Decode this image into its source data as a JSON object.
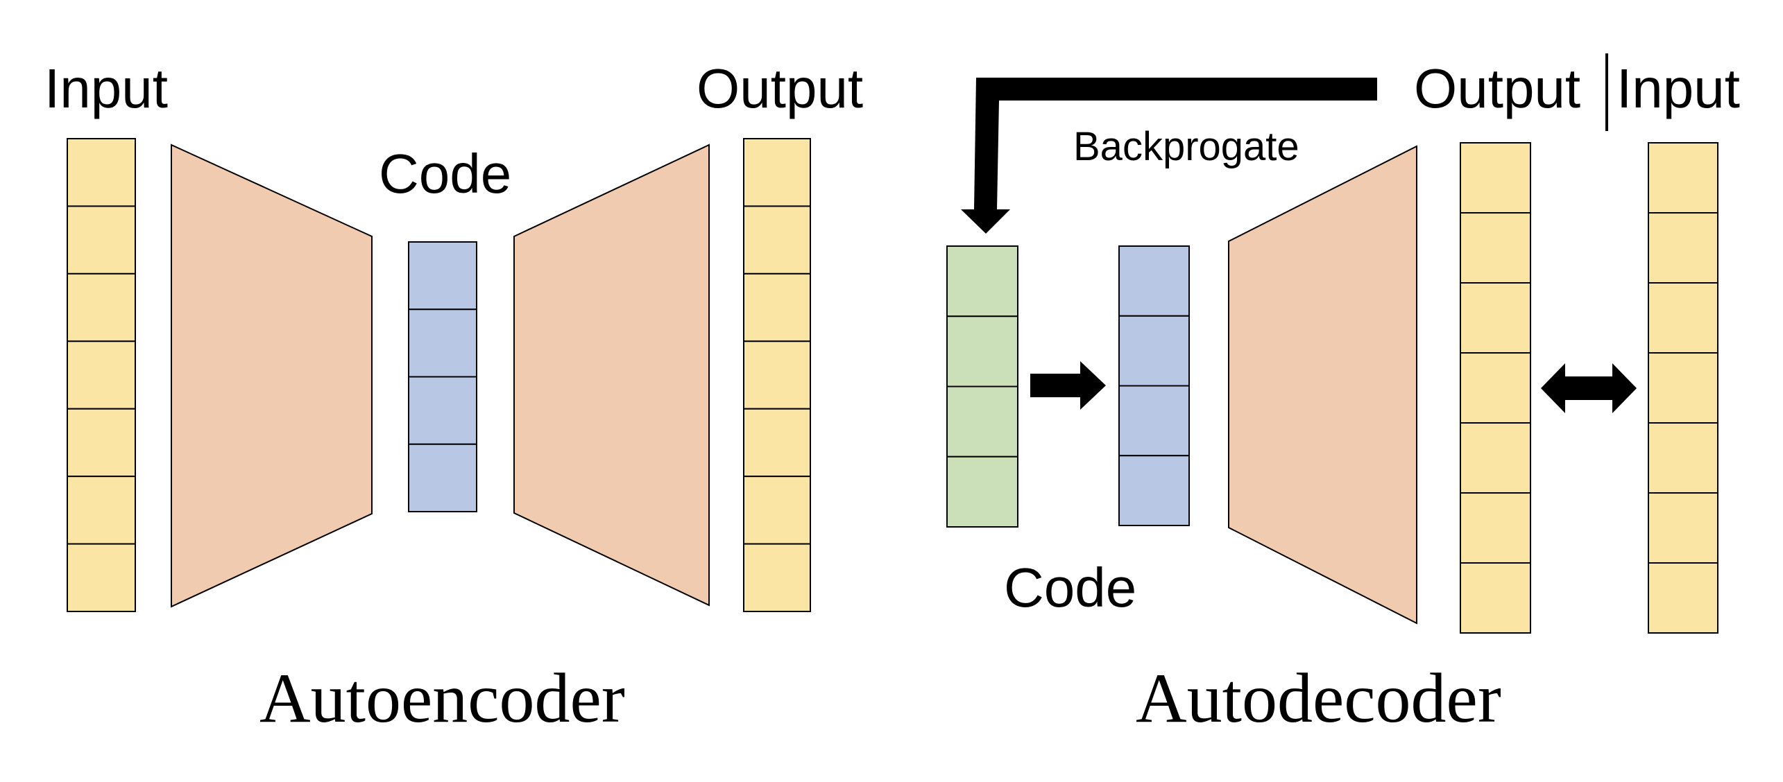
{
  "colors": {
    "data_vector": "#FAE5A4",
    "network": "#F1CBB0",
    "code_vector": "#B7C7E4",
    "latent_vector": "#CBDFB8",
    "arrow": "#000000"
  },
  "autoencoder": {
    "title": "Autoencoder",
    "input_label": "Input",
    "code_label": "Code",
    "output_label": "Output",
    "input_cells": 7,
    "code_cells": 4,
    "output_cells": 7
  },
  "autodecoder": {
    "title": "Autodecoder",
    "backprop_label": "Backprogate",
    "code_label": "Code",
    "output_label": "Output",
    "input_label": "Input",
    "latent_cells": 4,
    "code_cells": 4,
    "output_cells": 7,
    "input_cells": 7
  }
}
